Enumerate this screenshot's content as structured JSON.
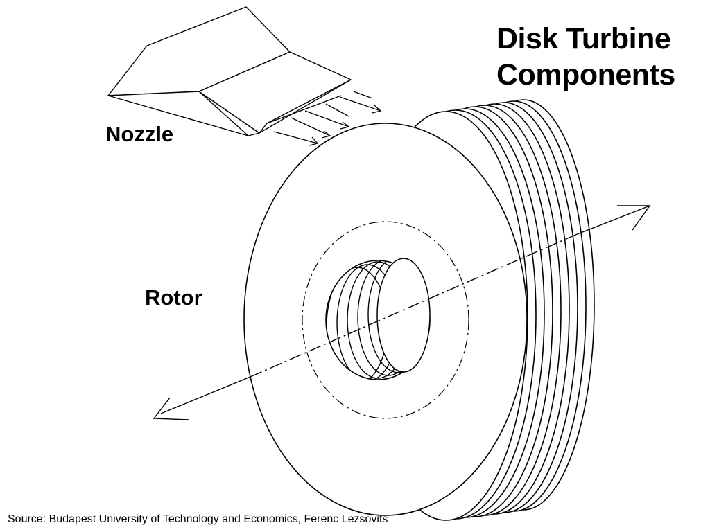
{
  "title_line1": "Disk Turbine",
  "title_line2": "Components",
  "labels": {
    "nozzle": "Nozzle",
    "rotor": "Rotor"
  },
  "source": "Source: Budapest University of Technology and Economics, Ferenc Lezsovits",
  "colors": {
    "background": "#ffffff",
    "ink": "#000000"
  }
}
